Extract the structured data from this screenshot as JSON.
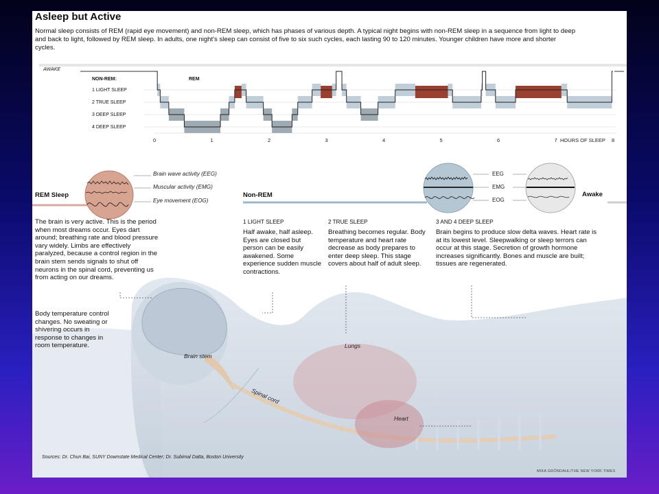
{
  "title": "Asleep but Active",
  "intro": "Normal sleep consists of REM (rapid eye movement) and non-REM sleep, which has phases of various depth. A typical night begins with non-REM sleep in a sequence from light to deep and back to light, followed by REM sleep. In adults, one night's sleep can consist of five to six such cycles, each lasting 90 to 120 minutes. Younger children have more and shorter cycles.",
  "hypnogram": {
    "awake_label": "AWAKE",
    "nonrem_label": "NON-REM:",
    "rem_label": "REM",
    "stage_labels": [
      "1 LIGHT SLEEP",
      "2 TRUE SLEEP",
      "3 DEEP SLEEP",
      "4 DEEP SLEEP"
    ],
    "hour_ticks": [
      "0",
      "1",
      "2",
      "3",
      "4",
      "5",
      "6",
      "7",
      "8"
    ],
    "hours_label": "HOURS OF SLEEP",
    "colors": {
      "rem": "#9a4030",
      "nonrem": "#b4c6d2",
      "deep": "#8e9ca6"
    }
  },
  "waves": {
    "rem_labels": [
      "Brain wave activity (EEG)",
      "Muscular activity (EMG)",
      "Eye movement (EOG)"
    ],
    "awake_labels": [
      "EEG",
      "EMG",
      "EOG"
    ]
  },
  "sections": {
    "rem_title": "REM Sleep",
    "nonrem_title": "Non-REM",
    "awake_title": "Awake",
    "rem_paragraph1": "The brain is very active. This is the period when most dreams occur. Eyes dart around; breathing rate and blood pressure vary widely. Limbs are effectively paralyzed, because a control region in the brain stem sends signals to shut off neurons in the spinal cord, preventing us from acting on our dreams.",
    "rem_paragraph2": "Body temperature control changes. No sweating or shivering occurs in response to changes in room temperature.",
    "stage1_title": "1 LIGHT SLEEP",
    "stage1_text": "Half awake, half asleep. Eyes are closed but person can be easily awakened. Some experience sudden muscle contractions.",
    "stage2_title": "2 TRUE SLEEP",
    "stage2_text": "Breathing becomes regular. Body temperature and heart rate decrease as body prepares to enter deep sleep. This stage covers about half of adult sleep.",
    "stage34_title": "3 AND 4 DEEP SLEEP",
    "stage34_text": "Brain begins to produce slow delta waves. Heart rate is at its lowest level. Sleepwalking or sleep terrors can occur at this stage. Secretion of growth hormone increases significantly. Bones and muscle are built; tissues are regenerated."
  },
  "anatomy": {
    "brain_stem": "Brain stem",
    "spinal_cord": "Spinal cord",
    "lungs": "Lungs",
    "heart": "Heart"
  },
  "sources": "Sources: Dr. Chun Bai, SUNY Downstate Medical Center; Dr. Subimal Datta, Boston University",
  "credit": "MIKA GRÖNDAHL/THE NEW YORK TIMES"
}
